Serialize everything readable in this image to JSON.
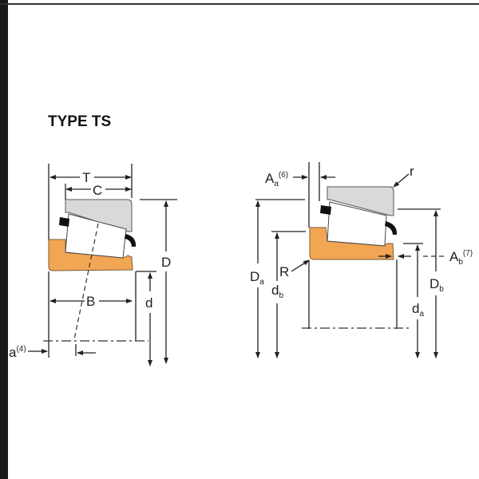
{
  "title": "TYPE TS",
  "left_diagram": {
    "labels": {
      "T": "T",
      "C": "C",
      "D": "D",
      "B": "B",
      "d": "d",
      "a": "a",
      "a_note": "(4)"
    }
  },
  "right_diagram": {
    "labels": {
      "Aa": "A",
      "Aa_sub": "a",
      "Aa_note": "(6)",
      "r": "r",
      "R": "R",
      "Ab": "A",
      "Ab_sub": "b",
      "Ab_note": "(7)",
      "Da": "D",
      "Da_sub": "a",
      "db": "d",
      "db_sub": "b",
      "Db": "D",
      "Db_sub": "b",
      "da": "d",
      "da_sub": "a"
    }
  },
  "colors": {
    "cone": "#f2a552",
    "cup": "#d9d9db",
    "cage": "#111111"
  }
}
